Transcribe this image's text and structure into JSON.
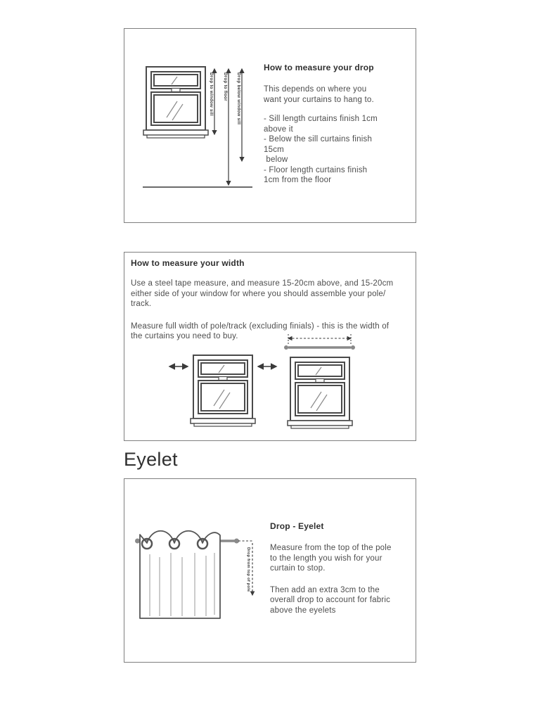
{
  "page": {
    "eyelet_heading": "Eyelet"
  },
  "drop_panel": {
    "title": "How to measure your drop",
    "intro": "This depends on where you\nwant your curtains to hang to.",
    "bullets": [
      "- Sill length curtains finish 1cm\nabove it",
      "- Below the sill curtains finish\n15cm\n below",
      "- Floor length curtains finish\n1cm from the floor"
    ],
    "labels": {
      "drop_to_window_sill": "Drop to window sill",
      "drop_to_floor": "Drop to floor",
      "drop_below_window_sill": "Drop below window sill"
    }
  },
  "width_panel": {
    "title": "How to measure your width",
    "para1": "Use a steel tape measure, and measure 15-20cm above, and 15-20cm\neither side of your window for where you should assemble your pole/\ntrack.",
    "para2": "Measure full width of pole/track (excluding finials) - this is the width of\nthe curtains you need to buy."
  },
  "eyelet_panel": {
    "title": "Drop - Eyelet",
    "para1": "Measure from the top of the pole\nto the length you wish for your\ncurtain to stop.",
    "para2": "Then add an extra 3cm to the\noverall drop to account for fabric\nabove the eyelets",
    "label_drop_from_top": "Drop from top of pole"
  },
  "colors": {
    "border": "#7f7f7f",
    "body_text": "#4d4d4d",
    "heading_text": "#2f2f2f",
    "diagram_line": "#4a4a4a"
  }
}
